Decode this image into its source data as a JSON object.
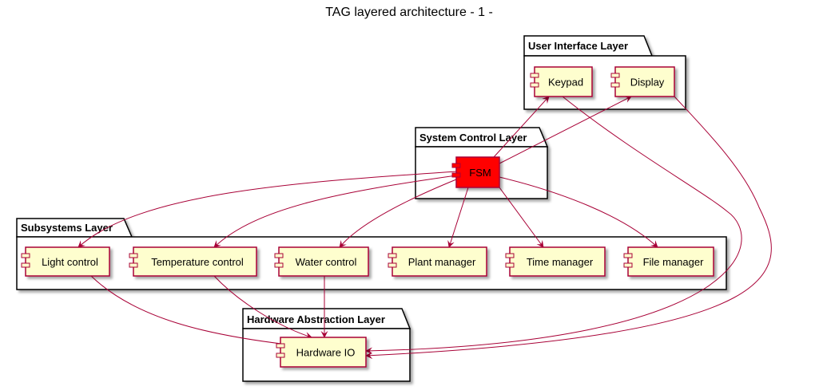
{
  "title": "TAG layered architecture - 1 -",
  "colors": {
    "component_fill": "#fefece",
    "highlight_fill": "#ff0000",
    "border": "#a80036",
    "package_border": "#000000"
  },
  "packages": {
    "ui": "User Interface Layer",
    "control": "System Control Layer",
    "subsystems": "Subsystems Layer",
    "hal": "Hardware Abstraction Layer"
  },
  "components": {
    "keypad": "Keypad",
    "display": "Display",
    "fsm": "FSM",
    "light": "Light control",
    "temperature": "Temperature control",
    "water": "Water control",
    "plant": "Plant manager",
    "time": "Time manager",
    "file": "File manager",
    "hwio": "Hardware IO"
  },
  "relations": [
    {
      "from": "FSM",
      "to": "Keypad"
    },
    {
      "from": "FSM",
      "to": "Display"
    },
    {
      "from": "FSM",
      "to": "Light control"
    },
    {
      "from": "FSM",
      "to": "Temperature control"
    },
    {
      "from": "FSM",
      "to": "Water control"
    },
    {
      "from": "FSM",
      "to": "Plant manager"
    },
    {
      "from": "FSM",
      "to": "Time manager"
    },
    {
      "from": "FSM",
      "to": "File manager"
    },
    {
      "from": "Light control",
      "to": "Hardware IO"
    },
    {
      "from": "Temperature control",
      "to": "Hardware IO"
    },
    {
      "from": "Water control",
      "to": "Hardware IO"
    },
    {
      "from": "Keypad",
      "to": "Hardware IO"
    },
    {
      "from": "Display",
      "to": "Hardware IO"
    }
  ]
}
